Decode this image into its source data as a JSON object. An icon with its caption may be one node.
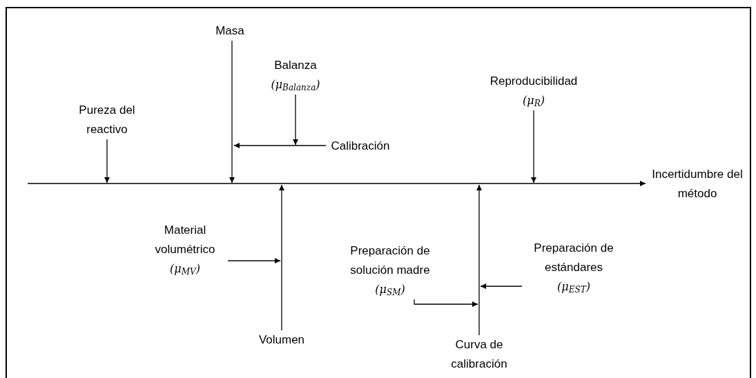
{
  "diagram": {
    "nodes": [
      {
        "text": [
          "Masa"
        ]
      },
      {
        "text": [
          "Balanza",
          "(μ$_{Balanza}$)"
        ]
      },
      {
        "text": [
          "Reproducibilidad",
          "(μ$_{R}$)"
        ]
      },
      {
        "text": [
          "Pureza del reactivo"
        ]
      },
      {
        "text": [
          "Calibración"
        ]
      },
      {
        "text": [
          "Incertidumbre del método"
        ]
      },
      {
        "text": [
          "Material volumétrico",
          "(μ$_{MV}$)"
        ]
      },
      {
        "text": [
          "Preparación de solución madre",
          "(μ$_{SM}$)"
        ]
      },
      {
        "text": [
          "Preparación de estándares",
          "(μ$_{EST}$)"
        ]
      },
      {
        "text": [
          "Volumen"
        ]
      },
      {
        "text": [
          "Curva de calibración"
        ]
      }
    ],
    "edges": [
      {
        "from": null,
        "to": 5,
        "arrow": "to"
      },
      {
        "from": 3,
        "to": null,
        "arrow": "to"
      },
      {
        "from": 0,
        "to": null,
        "arrow": "to"
      },
      {
        "from": 4,
        "to": null,
        "arrow": "to"
      },
      {
        "from": 1,
        "to": null,
        "arrow": "to"
      },
      {
        "from": 2,
        "to": null,
        "arrow": "to"
      },
      {
        "from": 9,
        "to": null,
        "arrow": "to"
      },
      {
        "from": 6,
        "to": null,
        "arrow": "to"
      },
      {
        "from": 10,
        "to": null,
        "arrow": "to"
      },
      {
        "from": 7,
        "to": null,
        "arrow": "to"
      },
      {
        "from": 8,
        "to": null,
        "arrow": "to"
      }
    ]
  }
}
